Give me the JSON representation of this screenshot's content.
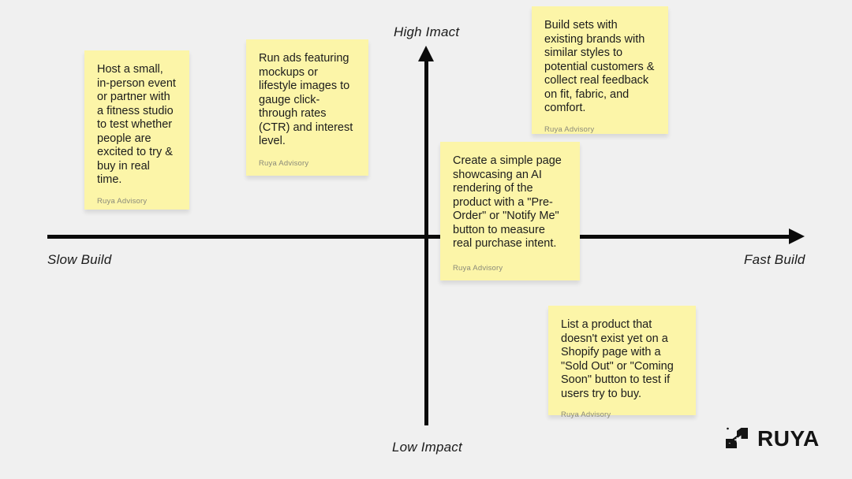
{
  "board": {
    "background_color": "#f0f0f0",
    "note_color": "#fcf5a8",
    "axis_color": "#0b0b0b"
  },
  "axes": {
    "top_label": "High Imact",
    "bottom_label": "Low Impact",
    "left_label": "Slow Build",
    "right_label": "Fast Build"
  },
  "notes": [
    {
      "text": "Host a small, in-person event or partner with a fitness studio to test whether people are excited to try & buy in real time.",
      "attribution": "Ruya Advisory"
    },
    {
      "text": "Run ads featuring mockups or lifestyle images to gauge click-through rates (CTR) and interest level.",
      "attribution": "Ruya Advisory"
    },
    {
      "text": "Build sets with existing brands with similar styles to potential customers & collect real feedback on fit, fabric, and comfort.",
      "attribution": "Ruya Advisory"
    },
    {
      "text": "Create a simple page showcasing an AI rendering of the product with a \"Pre-Order\" or \"Notify Me\" button to measure real purchase intent.",
      "attribution": "Ruya Advisory"
    },
    {
      "text": "List a product that doesn't exist yet on a Shopify page with a \"Sold Out\" or \"Coming Soon\" button to test if users try to buy.",
      "attribution": "Ruya Advisory"
    }
  ],
  "logo": {
    "wordmark": "RUYA",
    "mark_color": "#141414"
  }
}
